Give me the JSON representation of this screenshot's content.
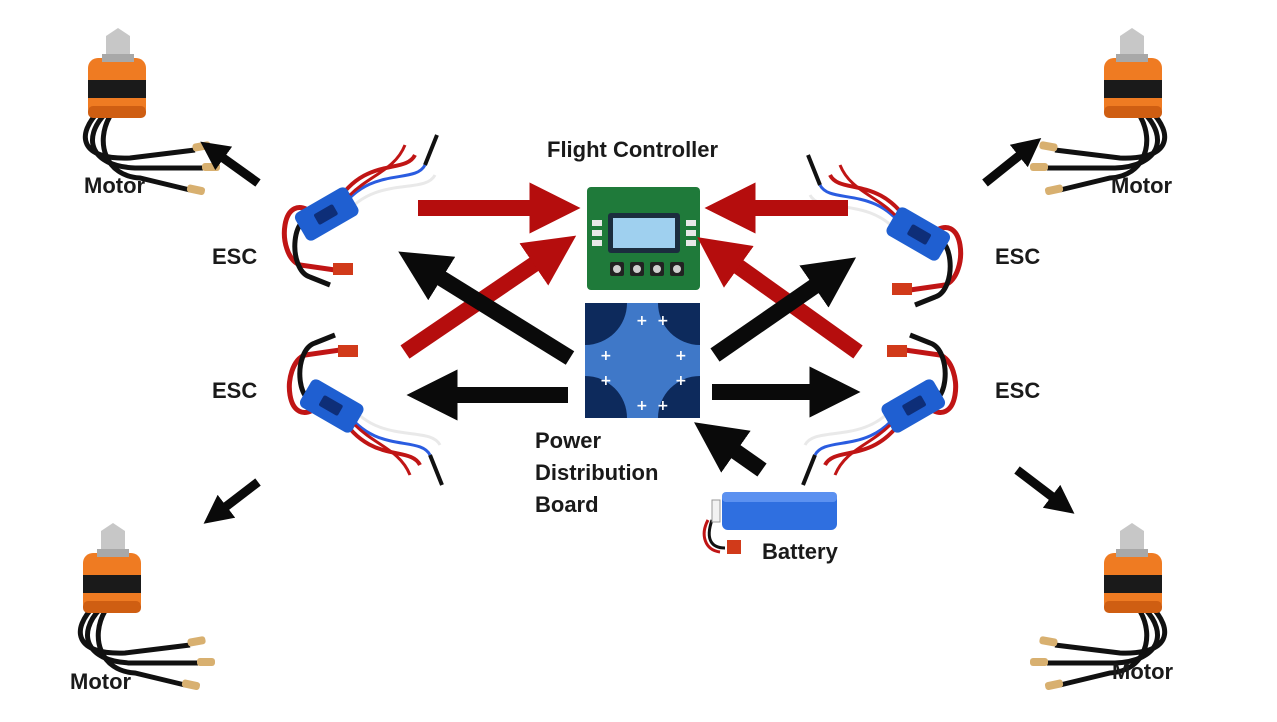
{
  "labels": {
    "flight_controller": "Flight Controller",
    "power_line1": "Power",
    "power_line2": "Distribution",
    "power_line3": "Board",
    "battery": "Battery",
    "esc": "ESC",
    "motor": "Motor"
  },
  "colors": {
    "signal_arrow": "#b50d0d",
    "power_arrow": "#0a0a0a",
    "fc_board": "#1f7a3a",
    "pdb_board": "#3f78c8",
    "esc_body": "#1f5fd1",
    "motor_orange": "#f07a20",
    "battery_blue": "#2f6fe0"
  }
}
